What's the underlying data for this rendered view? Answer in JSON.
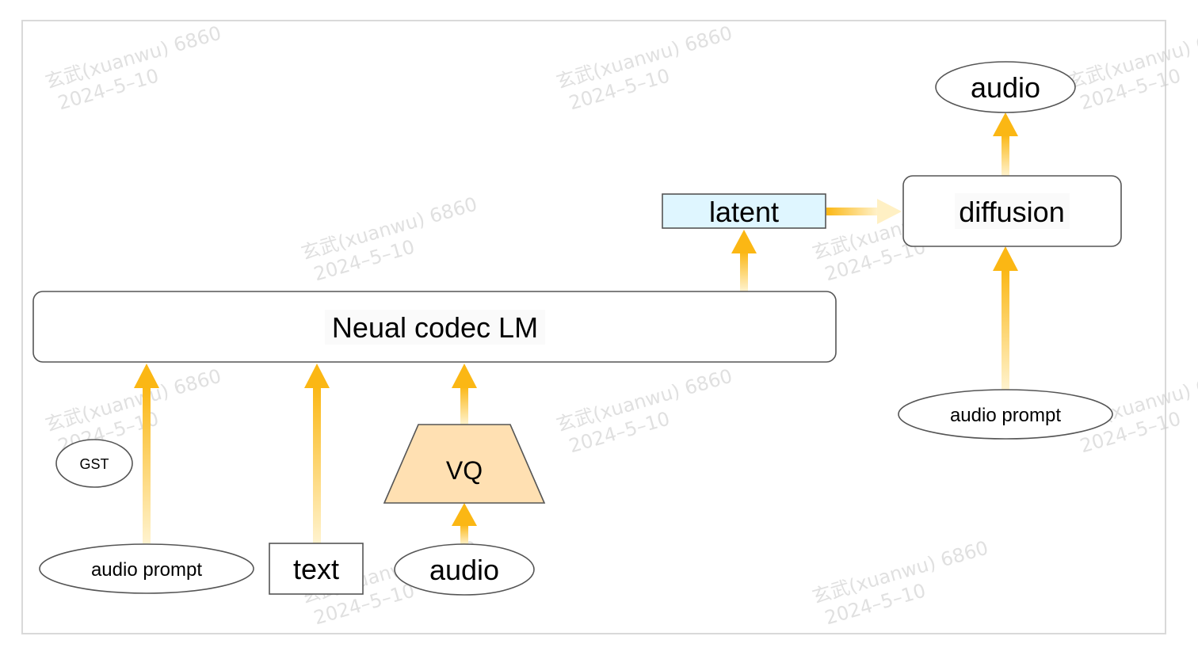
{
  "nodes": {
    "audio_top": "audio",
    "diffusion": "diffusion",
    "latent": "latent",
    "codec_lm": "Neual codec LM",
    "audio_prompt_right": "audio prompt",
    "gst": "GST",
    "audio_prompt_left": "audio prompt",
    "text": "text",
    "vq": "VQ",
    "audio_bottom": "audio"
  },
  "watermark": {
    "line1": "玄武(xuanwu) 6860",
    "line2": "2024–5–10"
  },
  "colors": {
    "arrow_strong": "#fbb714",
    "arrow_fade": "#fff3cf",
    "latent_fill": "#dff6ff",
    "vq_fill": "#ffe0b2",
    "node_stroke": "#555555"
  }
}
